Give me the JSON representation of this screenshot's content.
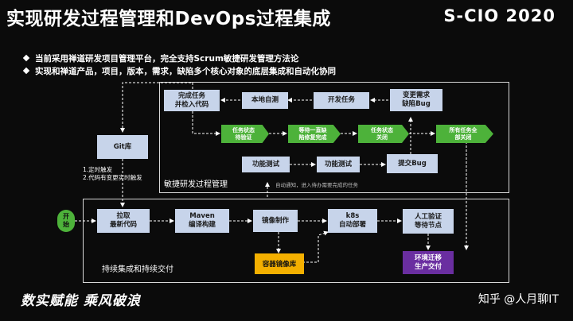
{
  "title": "实现研发过程管理和DevOps过程集成",
  "brand": "S-CIO 2020",
  "bullets": [
    "当前采用禅道研发项目管理平台，完全支持Scrum敏捷研发管理方法论",
    "实现和禅道产品，项目，版本，需求，缺陷多个核心对象的底层集成和自动化协同"
  ],
  "agile_frame_label": "敏捷研发过程管理",
  "ci_frame_label": "持续集成和持续交付",
  "agile_row1": [
    "完成任务\n并检入代码",
    "本地自测",
    "开发任务",
    "变更需求\n缺陷Bug"
  ],
  "agile_status": [
    "任务状态\n待验证",
    "等待一直缺\n陷修复完成",
    "任务状态\n关闭",
    "所有任务全\n部关闭"
  ],
  "agile_row3": [
    "功能测试",
    "功能测试",
    "提交Bug"
  ],
  "git_label": "Git库",
  "trigger_note": [
    "1.定时触发",
    "2.代码有变更实时触发"
  ],
  "auto_note": "自动通知，进入待办需要完成的任务",
  "start_label": "开\n始",
  "ci_row": [
    "拉取\n最新代码",
    "Maven\n编译构建",
    "镜像制作",
    "k8s\n自动部署",
    "人工验证\n等待节点"
  ],
  "registry_label": "容器镜像库",
  "release_label": "环境迁移\n生产交付",
  "slogan": "数实赋能  乘风破浪",
  "watermark": "知乎 @人月聊IT"
}
